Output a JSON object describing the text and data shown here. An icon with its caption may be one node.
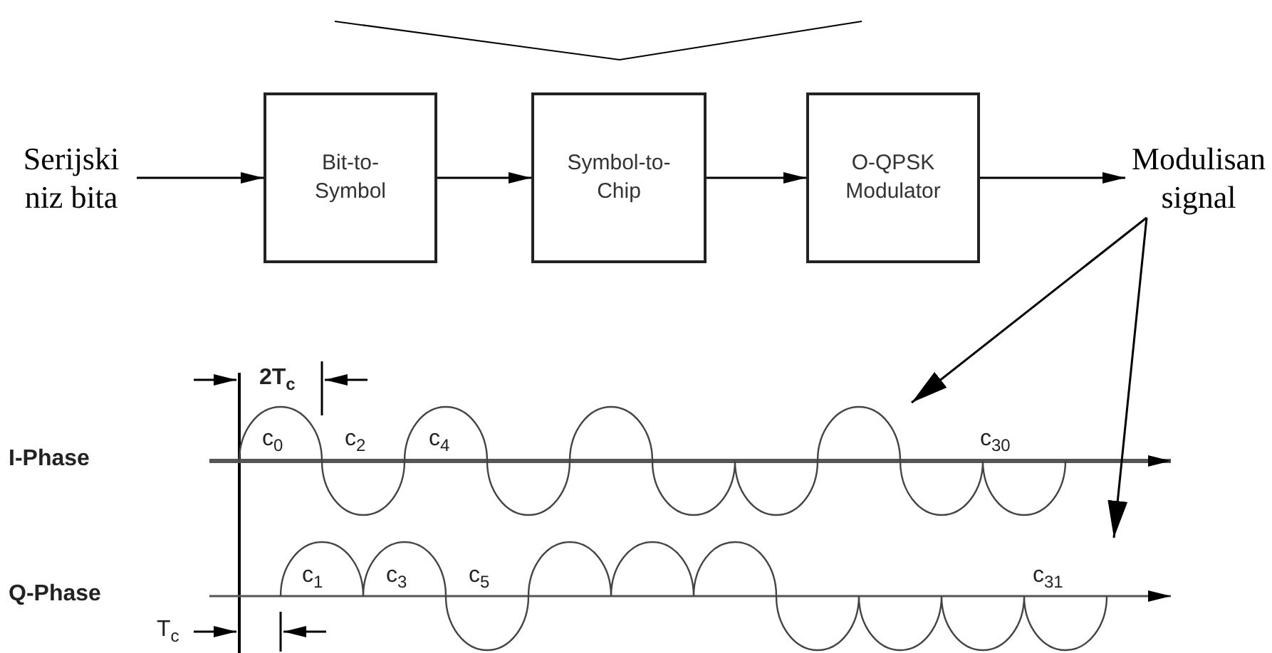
{
  "diagram": {
    "nodes": [
      {
        "text": [
          "Serijski niz bita"
        ]
      },
      {
        "text": [
          "Bit-to-Symbol"
        ]
      },
      {
        "text": [
          "Symbol-to-Chip"
        ]
      },
      {
        "text": [
          "O-QPSK Modulator"
        ]
      },
      {
        "text": [
          "Modulisan signal"
        ]
      },
      {
        "text": [],
        "shape": "picture"
      },
      {
        "text": [],
        "shape": "picture"
      }
    ],
    "edges": [
      {
        "from": 0,
        "to": 1,
        "arrow": "to"
      },
      {
        "from": 1,
        "to": 2,
        "arrow": "to"
      },
      {
        "from": 2,
        "to": 3,
        "arrow": "to"
      },
      {
        "from": 3,
        "to": 4,
        "arrow": "to"
      },
      {
        "from": 4,
        "to": 5,
        "arrow": "to"
      },
      {
        "from": 4,
        "to": 6,
        "arrow": "to"
      }
    ],
    "labels": [
      "2T$_{c}$",
      "I-Phase",
      "c$_{0}$",
      "c$_{2}$",
      "c$_{4}$",
      "c$_{30}$",
      "Q-Phase",
      "c$_{1}$",
      "c$_{3}$",
      "c$_{5}$",
      "c$_{31}$",
      "T$_{c}$"
    ]
  }
}
